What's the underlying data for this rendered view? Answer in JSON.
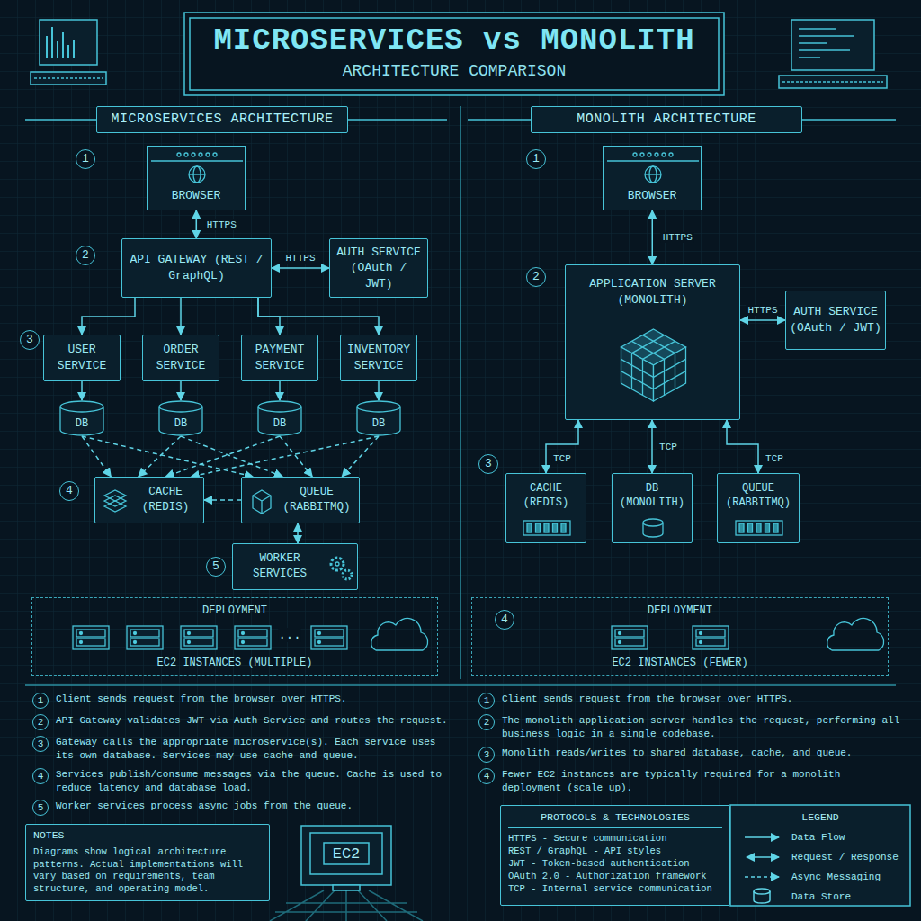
{
  "diagram": {
    "title": "MICROSERVICES vs MONOLITH",
    "caption": "ARCHITECTURE COMPARISON",
    "nodes": [
      {
        "text": [
          "MICROSERVICES ARCHITECTURE"
        ]
      },
      {
        "text": [
          "BROWSER"
        ]
      },
      {
        "text": [
          "API GATEWAY (REST / GraphQL)"
        ]
      },
      {
        "text": [
          "AUTH SERVICE (OAuth / JWT)"
        ]
      },
      {
        "text": [
          "USER SERVICE"
        ]
      },
      {
        "text": [
          "ORDER SERVICE"
        ]
      },
      {
        "text": [
          "PAYMENT SERVICE"
        ]
      },
      {
        "text": [
          "INVENTORY SERVICE"
        ]
      },
      {
        "text": [
          "DB"
        ]
      },
      {
        "text": [
          "DB"
        ]
      },
      {
        "text": [
          "DB"
        ]
      },
      {
        "text": [
          "DB"
        ]
      },
      {
        "text": [
          "CACHE (REDIS)"
        ]
      },
      {
        "text": [
          "QUEUE (RABBITMQ)"
        ]
      },
      {
        "text": [
          "WORKER SERVICES"
        ]
      },
      {
        "text": [
          "DEPLOYMENT",
          "EC2 INSTANCES (MULTIPLE)"
        ]
      },
      {
        "text": [
          "MONOLITH ARCHITECTURE"
        ]
      },
      {
        "text": [
          "BROWSER"
        ]
      },
      {
        "text": [
          "APPLICATION SERVER (MONOLITH)"
        ]
      },
      {
        "text": [
          "AUTH SERVICE (OAuth / JWT)"
        ]
      },
      {
        "text": [
          "CACHE (REDIS)"
        ]
      },
      {
        "text": [
          "DB (MONOLITH)"
        ]
      },
      {
        "text": [
          "QUEUE (RABBITMQ)"
        ]
      },
      {
        "text": [
          "DEPLOYMENT",
          "EC2 INSTANCES (FEWER)"
        ]
      },
      {
        "text": [
          "NOTES",
          "Diagrams show logical architecture patterns. Actual implementations will vary based on requirements, team structure, and operating model."
        ]
      },
      {
        "text": [
          "PROTOCOLS & TECHNOLOGIES",
          "HTTPS - Secure communication",
          "REST / GraphQL - API styles",
          "JWT - Token-based authentication",
          "OAuth 2.0 - Authorization framework",
          "TCP - Internal service communication"
        ]
      }
    ],
    "edges": [
      {
        "from": 1,
        "to": 2,
        "label": "HTTPS",
        "arrow": "both"
      },
      {
        "from": 2,
        "to": 3,
        "label": "HTTPS",
        "arrow": "both"
      },
      {
        "from": 2,
        "to": 4,
        "arrow": "to"
      },
      {
        "from": 2,
        "to": 5,
        "arrow": "to"
      },
      {
        "from": 2,
        "to": 6,
        "arrow": "to"
      },
      {
        "from": 2,
        "to": 7,
        "arrow": "to"
      },
      {
        "from": 4,
        "to": 8,
        "arrow": "to"
      },
      {
        "from": 5,
        "to": 9,
        "arrow": "to"
      },
      {
        "from": 6,
        "to": 10,
        "arrow": "to"
      },
      {
        "from": 7,
        "to": 11,
        "arrow": "to"
      },
      {
        "from": 8,
        "to": 12,
        "arrow": "to"
      },
      {
        "from": 9,
        "to": 12,
        "arrow": "to"
      },
      {
        "from": 10,
        "to": 12,
        "arrow": "to"
      },
      {
        "from": 11,
        "to": 12,
        "arrow": "to"
      },
      {
        "from": 8,
        "to": 13,
        "arrow": "to"
      },
      {
        "from": 9,
        "to": 13,
        "arrow": "to"
      },
      {
        "from": 10,
        "to": 13,
        "arrow": "to"
      },
      {
        "from": 11,
        "to": 13,
        "arrow": "to"
      },
      {
        "from": 13,
        "to": 12,
        "arrow": "to"
      },
      {
        "from": 13,
        "to": 14,
        "arrow": "both"
      },
      {
        "from": 17,
        "to": 18,
        "label": "HTTPS",
        "arrow": "both"
      },
      {
        "from": 18,
        "to": 19,
        "label": "HTTPS",
        "arrow": "both"
      },
      {
        "from": 18,
        "to": 20,
        "label": "TCP",
        "arrow": "both"
      },
      {
        "from": 18,
        "to": 21,
        "label": "TCP",
        "arrow": "both"
      },
      {
        "from": 18,
        "to": 22,
        "label": "TCP",
        "arrow": "both"
      }
    ],
    "labels": [
      "1",
      "2",
      "3",
      "4",
      "5",
      "...",
      "1",
      "2",
      "3",
      "4",
      "1",
      "Client sends request from the browser over HTTPS.",
      "2",
      "API Gateway validates JWT via Auth Service and routes the request.",
      "3",
      "Gateway calls the appropriate microservice(s). Each service uses its own database. Services may use cache and queue.",
      "4",
      "Services publish/consume messages via the queue. Cache is used to reduce latency and database load.",
      "5",
      "Worker services process async jobs from the queue.",
      "1",
      "Client sends request from the browser over HTTPS.",
      "2",
      "The monolith application server handles the request, performing all business logic in a single codebase.",
      "3",
      "Monolith reads/writes to shared database, cache, and queue.",
      "4",
      "Fewer EC2 instances are typically required for a monolith deployment (scale up).",
      "EC2",
      "LEGEND"
    ],
    "legend": [
      {
        "text": "Data Flow"
      },
      {
        "text": "Request / Response"
      },
      {
        "text": "Async Messaging"
      },
      {
        "text": "Data Store"
      }
    ]
  }
}
